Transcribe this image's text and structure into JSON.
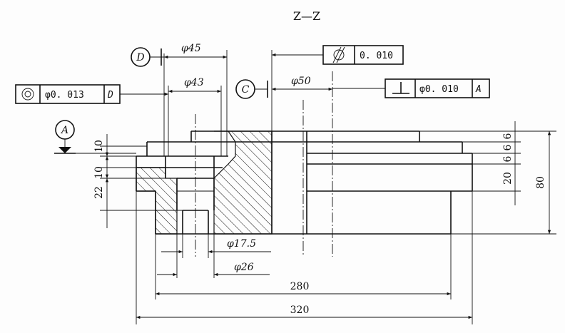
{
  "section_label": "Z—Z",
  "datums": {
    "A": "A",
    "C": "C",
    "D": "D"
  },
  "dimensions": {
    "d45": "φ45",
    "d43": "φ43",
    "d50": "φ50",
    "d175": "φ17.5",
    "d26": "φ26",
    "w280": "280",
    "w320": "320",
    "h10a": "10",
    "h10b": "10",
    "h22": "22",
    "r6a": "6",
    "r6b": "6",
    "r6c": "6",
    "r20": "20",
    "r80": "80"
  },
  "tolerances": {
    "coaxiality": {
      "symbol": "coaxiality-symbol",
      "value": "φ0. 013",
      "datum": "D"
    },
    "cylindricity": {
      "symbol": "cylindricity-symbol",
      "value": "0. 010"
    },
    "perpendicularity": {
      "symbol": "perpendicularity-symbol",
      "value": "φ0. 010",
      "datum": "A"
    }
  }
}
